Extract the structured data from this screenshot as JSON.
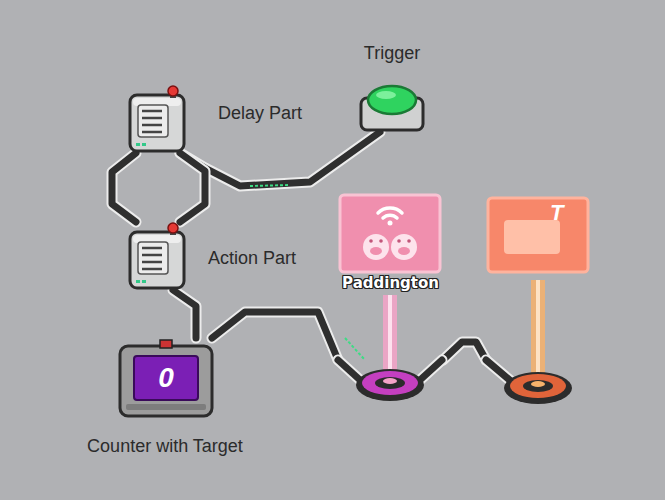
{
  "diagram": {
    "nodes": [
      {
        "text": [
          "Trigger"
        ]
      },
      {
        "text": [
          "Delay Part"
        ]
      },
      {
        "text": [
          "Action Part"
        ]
      },
      {
        "text": [
          "0",
          "Counter with Target"
        ]
      },
      {
        "text": [
          "Paddington"
        ]
      },
      {
        "text": [
          "T"
        ]
      }
    ],
    "edges": [
      {
        "from": 0,
        "to": 1,
        "arrow": "none"
      },
      {
        "from": 1,
        "to": 2,
        "arrow": "none"
      },
      {
        "from": 1,
        "to": 2,
        "arrow": "none"
      },
      {
        "from": 2,
        "to": 3,
        "arrow": "none"
      },
      {
        "from": 3,
        "to": 4,
        "arrow": "none"
      },
      {
        "from": 4,
        "to": 5,
        "arrow": "none"
      }
    ]
  }
}
